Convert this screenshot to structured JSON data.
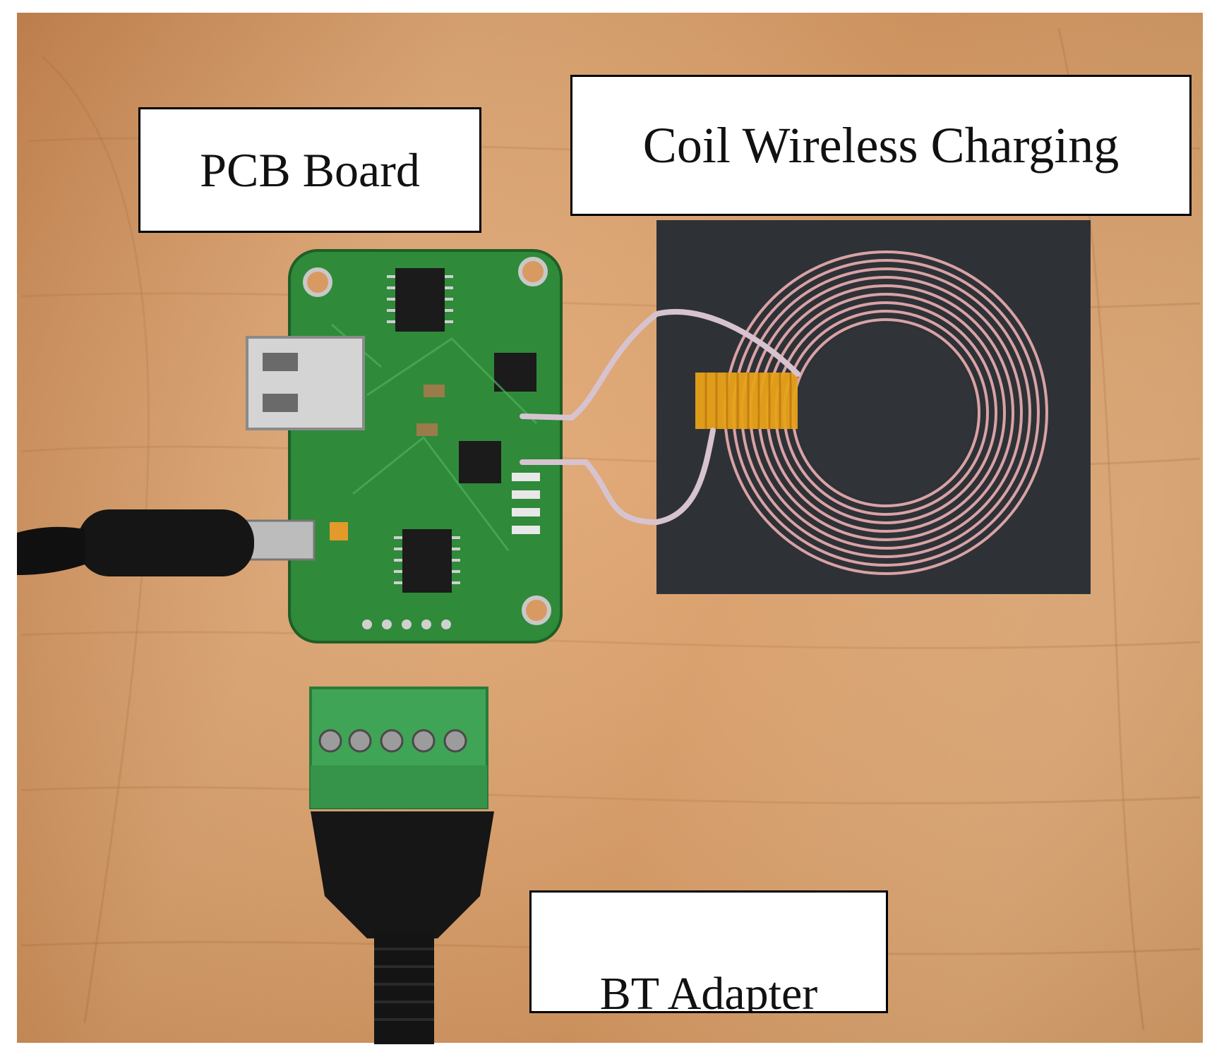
{
  "labels": {
    "pcb_board": "PCB Board",
    "coil": "Coil Wireless Charging",
    "bt_adapter": "BT Adapter"
  },
  "colors": {
    "wood": "#d99a62",
    "pcb": "#2f8a3a",
    "coil_pad": "#2e3236",
    "coil_wire": "#d9a2a6",
    "tape": "#e8a21a",
    "terminal_block": "#3fa455",
    "cable": "#1a1a1a"
  }
}
